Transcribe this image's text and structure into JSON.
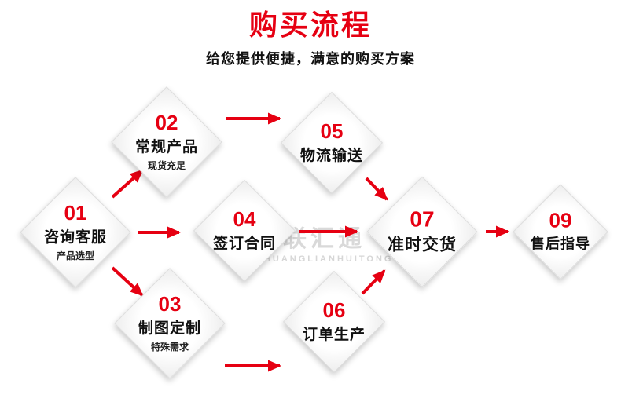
{
  "colors": {
    "accent": "#e60012"
  },
  "header": {
    "title": "购买流程",
    "subtitle": "给您提供便捷，满意的购买方案"
  },
  "watermark": {
    "name": "创联汇通",
    "caps": "CHUANGLIANHUITONG"
  },
  "nodes": [
    {
      "num": "01",
      "title": "咨询客服",
      "sub": "产品选型"
    },
    {
      "num": "02",
      "title": "常规产品",
      "sub": "现货充足"
    },
    {
      "num": "03",
      "title": "制图定制",
      "sub": "特殊需求"
    },
    {
      "num": "04",
      "title": "签订合同",
      "sub": ""
    },
    {
      "num": "05",
      "title": "物流输送",
      "sub": ""
    },
    {
      "num": "06",
      "title": "订单生产",
      "sub": ""
    },
    {
      "num": "07",
      "title": "准时交货",
      "sub": ""
    },
    {
      "num": "09",
      "title": "售后指导",
      "sub": ""
    }
  ]
}
